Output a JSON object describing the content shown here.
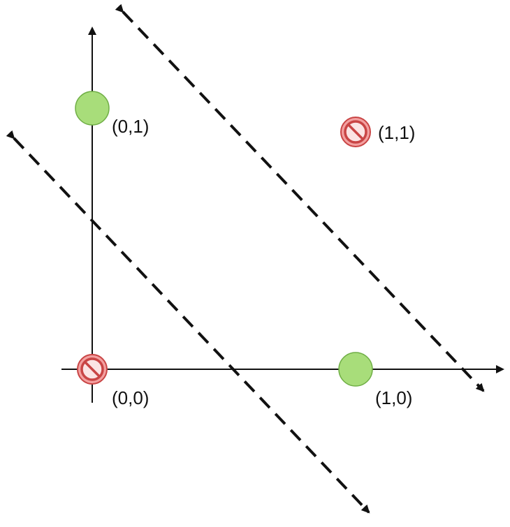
{
  "colors": {
    "positive_fill": "#a8dd7a",
    "positive_stroke": "#6fae45",
    "negative_fill": "#f3a0a0",
    "negative_stroke": "#c94545",
    "line": "#111111"
  },
  "icons": {
    "positive": "green-circle-icon",
    "negative": "prohibition-icon"
  },
  "points": [
    {
      "id": "p00",
      "x": 0,
      "y": 0,
      "label": "(0,0)",
      "class": "negative"
    },
    {
      "id": "p01",
      "x": 0,
      "y": 1,
      "label": "(0,1)",
      "class": "positive"
    },
    {
      "id": "p10",
      "x": 1,
      "y": 0,
      "label": "(1,0)",
      "class": "positive"
    },
    {
      "id": "p11",
      "x": 1,
      "y": 1,
      "label": "(1,1)",
      "class": "negative"
    }
  ],
  "decision_lines": [
    {
      "id": "lower",
      "style": "dashed",
      "arrows": "both"
    },
    {
      "id": "upper",
      "style": "dashed",
      "arrows": "both"
    }
  ]
}
